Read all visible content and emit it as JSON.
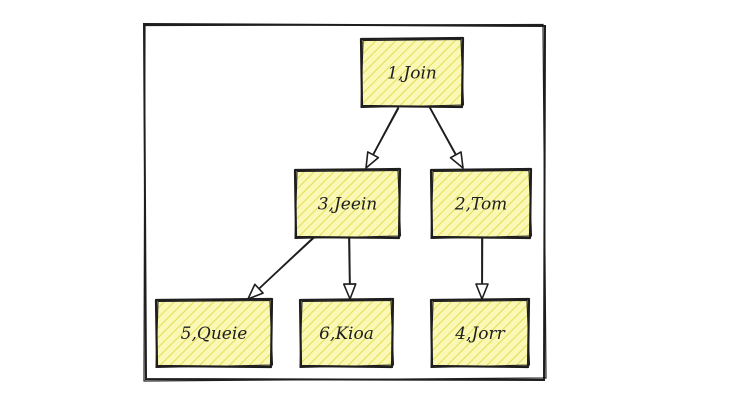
{
  "diagram": {
    "type": "tree",
    "colors": {
      "stroke": "#1e1e1e",
      "node_fill": "#fbf8b6",
      "hatch": "#e3df5a",
      "background": "#ffffff"
    },
    "nodes": [
      {
        "id": "n1",
        "label": "1,Join"
      },
      {
        "id": "n3",
        "label": "3,Jeein"
      },
      {
        "id": "n2",
        "label": "2,Tom"
      },
      {
        "id": "n5",
        "label": "5,Queie"
      },
      {
        "id": "n6",
        "label": "6,Kioa"
      },
      {
        "id": "n4",
        "label": "4,Jorr"
      }
    ],
    "edges": [
      {
        "from": "n1",
        "to": "n3"
      },
      {
        "from": "n1",
        "to": "n2"
      },
      {
        "from": "n3",
        "to": "n5"
      },
      {
        "from": "n3",
        "to": "n6"
      },
      {
        "from": "n2",
        "to": "n4"
      }
    ]
  }
}
